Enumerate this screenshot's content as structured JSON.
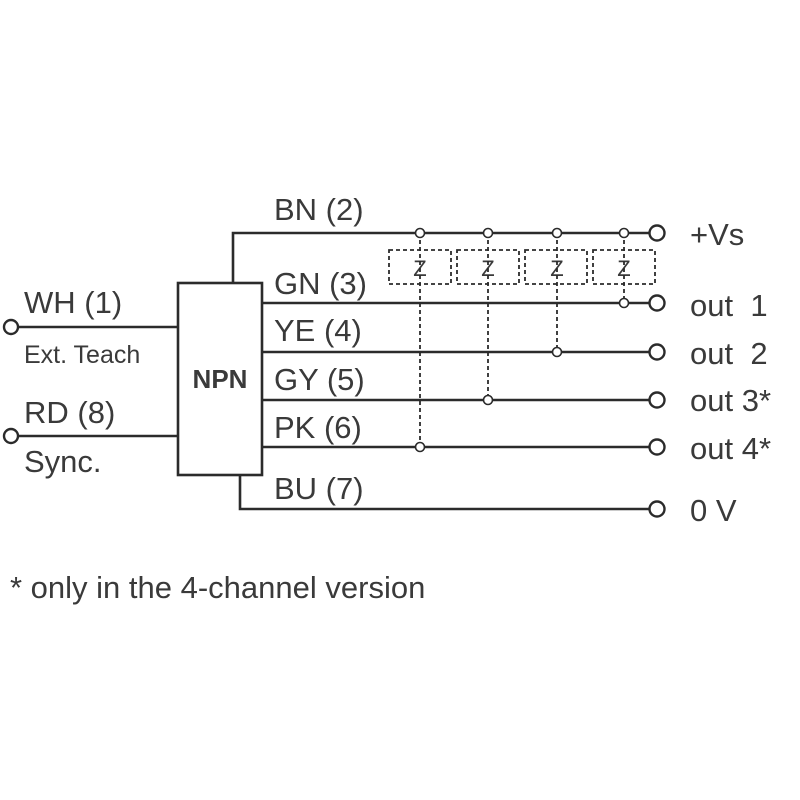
{
  "block": {
    "label": "NPN"
  },
  "inputs": {
    "wh": {
      "label": "WH (1)",
      "function": "Ext. Teach"
    },
    "rd": {
      "label": "RD (8)",
      "function": "Sync."
    }
  },
  "wires": {
    "bn": "BN (2)",
    "gn": "GN (3)",
    "ye": "YE (4)",
    "gy": "GY (5)",
    "pk": "PK (6)",
    "bu": "BU (7)"
  },
  "terminals": {
    "vs": "+Vs",
    "out1": "out  1",
    "out2": "out  2",
    "out3": "out 3*",
    "out4": "out 4*",
    "zero_v": "0 V"
  },
  "loads": [
    "Z",
    "Z",
    "Z",
    "Z"
  ],
  "footnote": "* only in the 4-channel version"
}
